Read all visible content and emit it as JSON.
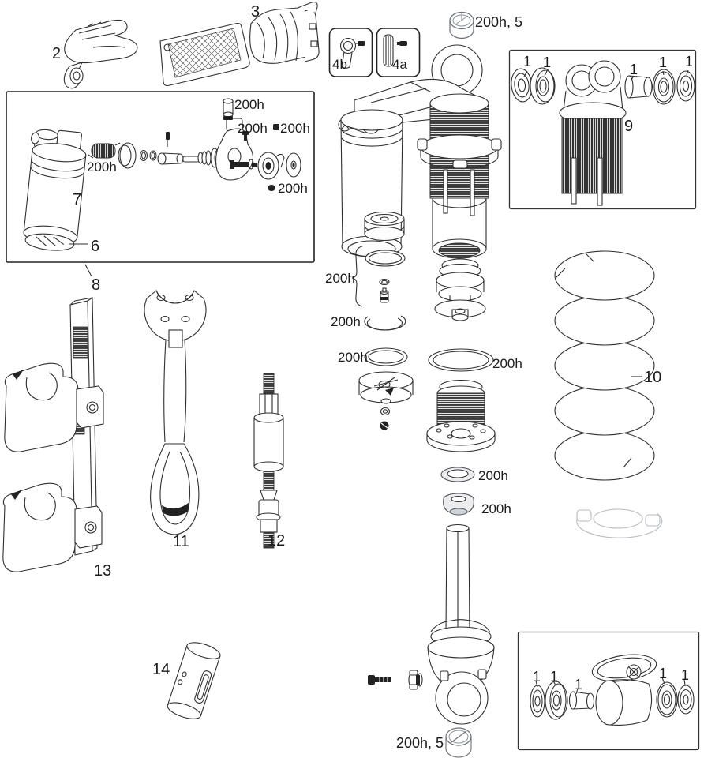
{
  "callouts": {
    "part1": "1",
    "part2": "2",
    "part3": "3",
    "part4a": "4a",
    "part4b": "4b",
    "part6": "6",
    "part7": "7",
    "part8": "8",
    "part9": "9",
    "part10": "10",
    "part11": "11",
    "part12": "12",
    "part13": "13",
    "part14": "14",
    "service_200h": "200h",
    "service_200h_5": "200h, 5"
  },
  "colors": {
    "line": "#2f2f2f",
    "background": "#ffffff",
    "shaded_part": "#ececef",
    "muted_part": "#b6bac4",
    "dark_fill": "#222222"
  }
}
